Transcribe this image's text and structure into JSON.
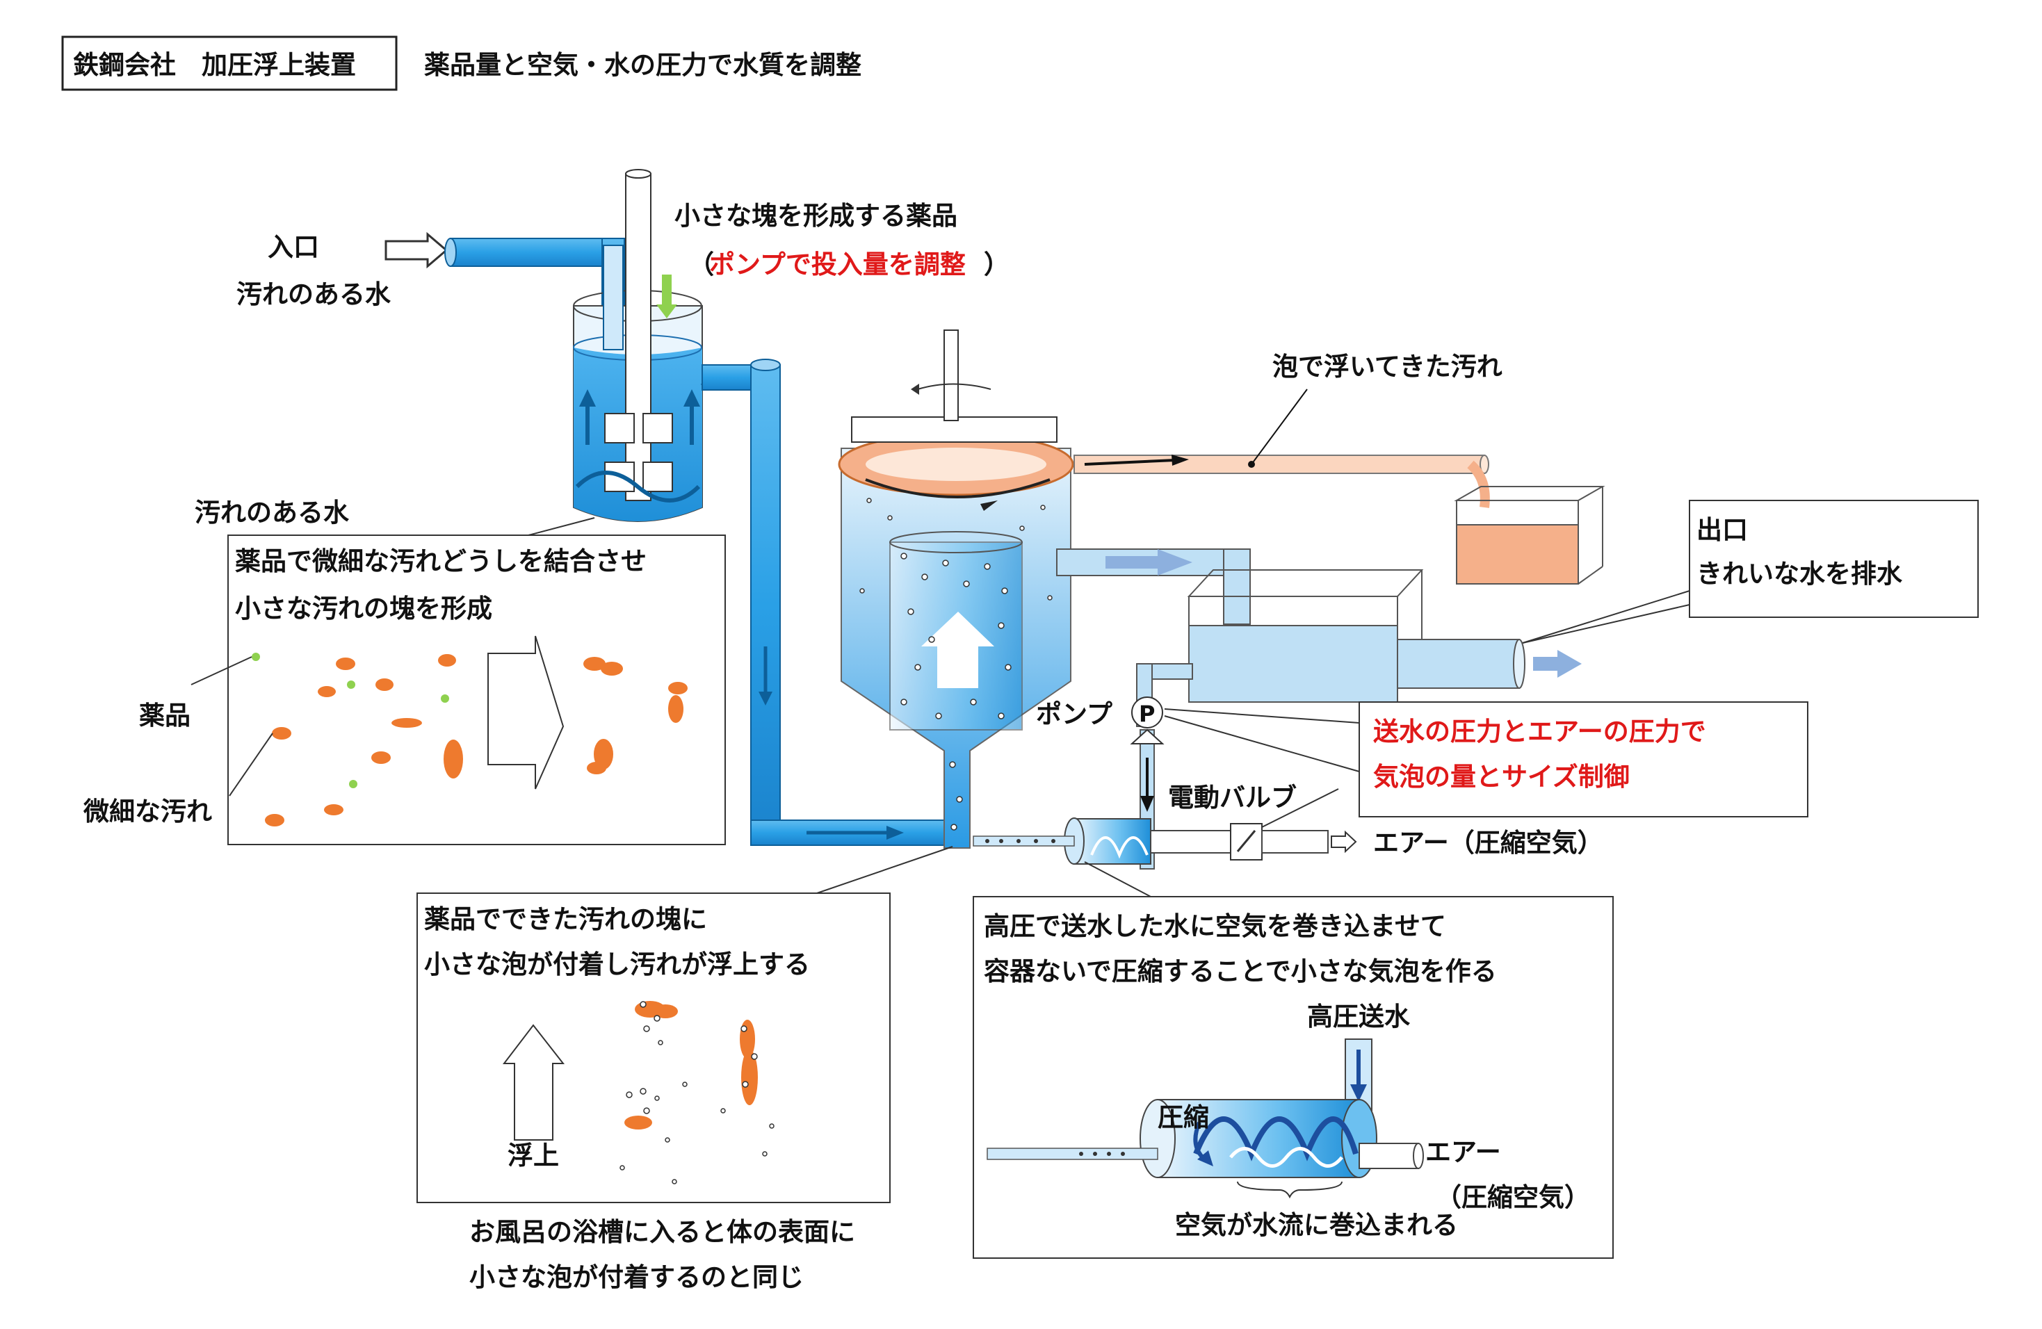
{
  "title": {
    "box": "鉄鋼会社　加圧浮上装置",
    "subtitle": "薬品量と空気・水の圧力で水質を調整"
  },
  "labels": {
    "inlet": "入口",
    "dirty_water_top": "汚れのある水",
    "chemical": "小さな塊を形成する薬品",
    "pump_adjust": "ポンプで投入量を調整",
    "paren_open": "（",
    "paren_close": "）",
    "floating_dirt": "泡で浮いてきた汚れ",
    "outlet": "出口",
    "clean_discharge": "きれいな水を排水",
    "dirty_water_box": "汚れのある水",
    "box1_line1": "薬品で微細な汚れどうしを結合させ",
    "box1_line2": "小さな汚れの塊を形成",
    "reagent": "薬品",
    "fine_dirt": "微細な汚れ",
    "pump": "ポンプ",
    "pump_symbol": "P",
    "valve": "電動バルブ",
    "air": "エアー（圧縮空気）",
    "pressure_line1": "送水の圧力とエアーの圧力で",
    "pressure_line2": "気泡の量とサイズ制御",
    "box2_line1": "薬品でできた汚れの塊に",
    "box2_line2": "小さな泡が付着し汚れが浮上する",
    "float_up": "浮上",
    "bath_line1": "お風呂の浴槽に入ると体の表面に",
    "bath_line2": "小さな泡が付着するのと同じ",
    "box3_line1": "高圧で送水した水に空気を巻き込ませて",
    "box3_line2": "容器ないで圧縮することで小さな気泡を作る",
    "hp_water": "高圧送水",
    "compress": "圧縮",
    "air_short": "エアー",
    "air_paren": "（圧縮空気）",
    "air_caught": "空気が水流に巻込まれる"
  },
  "colors": {
    "water": "#29a3e6",
    "water_light": "#bfe0f5",
    "sludge": "#f5b08a",
    "dirt": "#ee7a2e",
    "reagent": "#8fd14f",
    "accent_red": "#e01919",
    "arrow_blue": "#8db0de"
  }
}
